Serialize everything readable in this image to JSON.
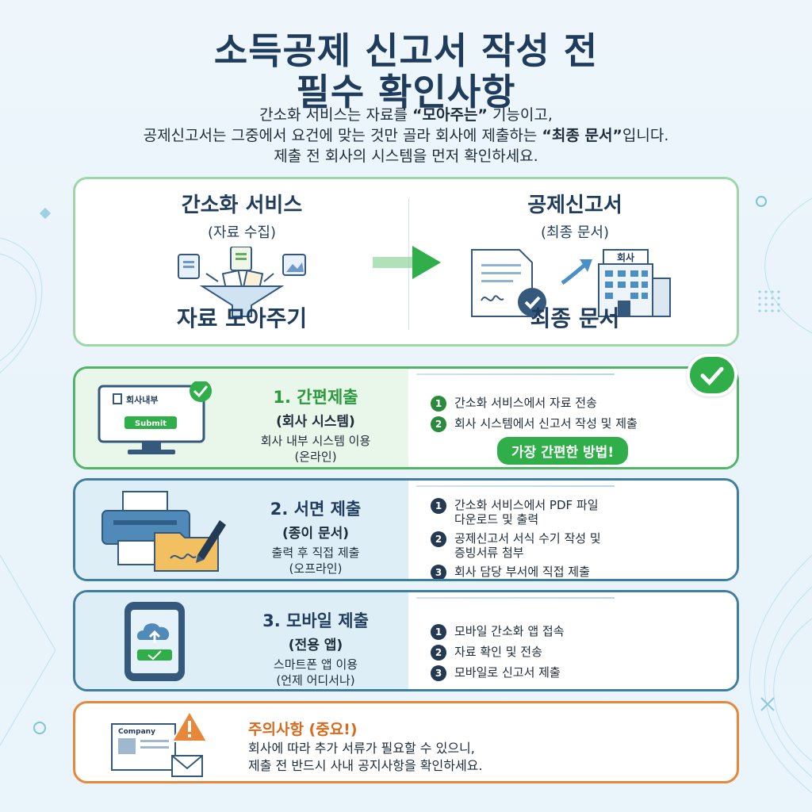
{
  "title": {
    "line1": "소득공제 신고서 작성 전",
    "line2": "필수 확인사항"
  },
  "subtitle": {
    "l1_a": "간소화 서비스는 자료를 ",
    "l1_b": "“모아주는”",
    "l1_c": " 기능이고,",
    "l2_a": "공제신고서는 그중에서 요건에 맞는 것만 골라 회사에 제출하는 ",
    "l2_b": "“최종 문서”",
    "l2_c": "입니다.",
    "l3": "제출 전 회사의 시스템을 먼저 확인하세요."
  },
  "overview": {
    "left": {
      "heading": "간소화 서비스",
      "sub": "(자료 수집)",
      "footer": "자료 모아주기"
    },
    "right": {
      "heading": "공제신고서",
      "sub": "(최종 문서)",
      "footer": "최종 문서",
      "building_sign": "회사"
    }
  },
  "methods": [
    {
      "title": "1. 간편제출",
      "sub": "(회사 시스템)",
      "desc1": "회사 내부 시스템 이용",
      "desc2": "(온라인)",
      "monitor_label": "회사내부",
      "submit_label": "Submit",
      "steps": [
        "간소화 서비스에서 자료 전송",
        "회사 시스템에서 신고서 작성 및 제출"
      ],
      "badge": "가장 간편한 방법!"
    },
    {
      "title": "2. 서면 제출",
      "sub": "(종이 문서)",
      "desc1": "출력 후 직접 제출",
      "desc2": "(오프라인)",
      "steps": [
        "간소화 서비스에서 PDF 파일\n다운로드 및 출력",
        "공제신고서 서식 수기 작성 및\n증빙서류 첨부",
        "회사 담당 부서에 직접 제출"
      ]
    },
    {
      "title": "3. 모바일 제출",
      "sub": "(전용 앱)",
      "desc1": "스마트폰 앱 이용",
      "desc2": "(언제 어디서나)",
      "steps": [
        "모바일 간소화 앱 접속",
        "자료 확인 및 전송",
        "모바일로 신고서 제출"
      ]
    }
  ],
  "warning": {
    "title": "주의사항 (중요!)",
    "body1": "회사에 따라 추가 서류가 필요할 수 있으니,",
    "body2": "제출 전 반드시 사내 공지사항을 확인하세요.",
    "company_label": "Company"
  },
  "colors": {
    "navy": "#1f3c5c",
    "green": "#2fae4a",
    "blue": "#3f7da1",
    "orange": "#e6873a"
  }
}
